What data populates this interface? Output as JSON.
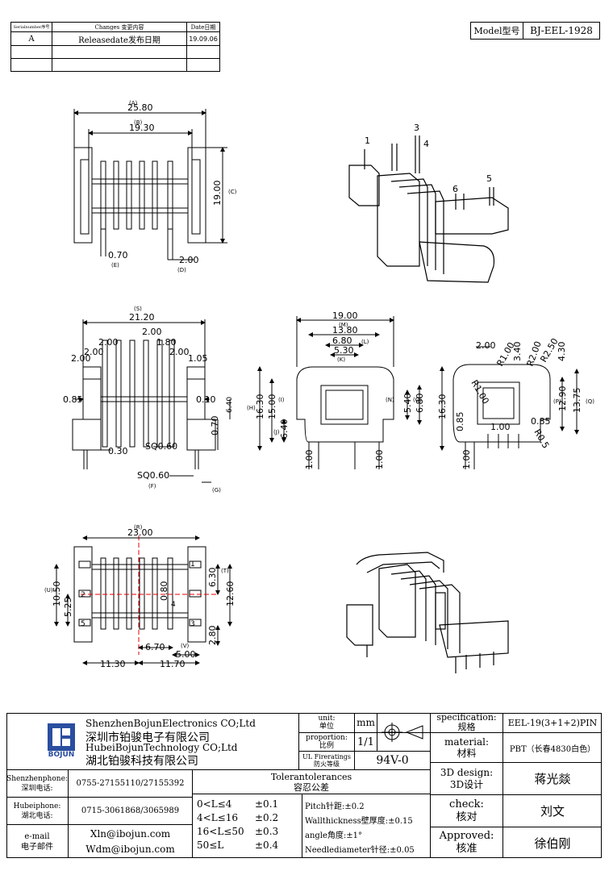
{
  "revision_table": {
    "headers": [
      "Serialnumber序号",
      "Changes 变更内容",
      "Date日期"
    ],
    "rows": [
      [
        "A",
        "Releasedate发布日期",
        "19.09.06"
      ],
      [
        "",
        "",
        ""
      ]
    ]
  },
  "model": {
    "label": "Model型号",
    "value": "BJ-EEL-1928"
  },
  "views": {
    "top": {
      "dims": [
        "25.80",
        "19.30",
        "19.00",
        "0.70",
        "2.00"
      ],
      "refs": [
        "(A)",
        "(B)",
        "(C)",
        "(E)",
        "(D)"
      ]
    },
    "front": {
      "dims": [
        "21.20",
        "2.00",
        "2.00",
        "2.00",
        "1.80",
        "2.00",
        "2.00",
        "1.05",
        "0.85",
        "0.10",
        "6.40",
        "0.70",
        "0.30",
        "SQ0.60",
        "SQ0.60"
      ],
      "refs": [
        "(S)",
        "(F)",
        "(G)"
      ]
    },
    "side": {
      "dims": [
        "19.00",
        "13.80",
        "6.80",
        "5.30",
        "16.30",
        "15.00",
        "6.40",
        "5.40",
        "6.80",
        "1.00",
        "1.00"
      ],
      "refs": [
        "(M)",
        "(L)",
        "(K)",
        "(H)",
        "(I)",
        "(J)",
        "(N)",
        "(O)"
      ]
    },
    "end": {
      "dims": [
        "2.00",
        "R1.00",
        "3.40",
        "R2.00",
        "R2.50",
        "4.30",
        "R1.00",
        "16.30",
        "12.90",
        "13.75",
        "0.85",
        "1.00",
        "0.85",
        "1.00",
        "R0.5"
      ],
      "refs": [
        "(P)",
        "(Q)"
      ]
    },
    "bottom": {
      "dims": [
        "23.00",
        "10.50",
        "5.25",
        "6.30",
        "12.60",
        "2.80",
        "0.80",
        "6.70",
        "5.00",
        "11.30",
        "11.70"
      ],
      "refs": [
        "(R)",
        "(U)",
        "(T)",
        "(V)"
      ],
      "pin_labels": [
        "1",
        "2",
        "3",
        "4",
        "5"
      ]
    },
    "iso": {
      "pin_labels": [
        "1",
        "3",
        "4",
        "5",
        "6"
      ]
    }
  },
  "title_block": {
    "company_en_1": "ShenzhenBojunElectronics CO;Ltd",
    "company_cn_1": "深圳市铂骏电子有限公司",
    "company_en_2": "HubeiBojunTechnology CO;Ltd",
    "company_cn_2": "湖北铂骏科技有限公司",
    "logo_text": "BOJUN",
    "unit_label": "unit:\n单位",
    "unit_value": "mm",
    "proportion_label": "proportion:\n比例",
    "proportion_value": "1/1",
    "ul_label": "UL Fireratings\n防火等级",
    "ul_value": "94V-0",
    "spec_label": "specification:\n规格",
    "spec_value": "EEL-19(3+1+2)PIN",
    "material_label": "material:\n材料",
    "material_value": "PBT（长春4830白色）",
    "design_label": "3D design:\n3D设计",
    "design_value": "蒋光燚",
    "check_label": "check:\n核对",
    "check_value": "刘文",
    "approved_label": "Approved:\n核准",
    "approved_value": "徐伯刚",
    "sz_phone_label": "Shenzhenphone:\n深圳电话:",
    "sz_phone": "0755-27155110/27155392",
    "hb_phone_label": "Hubeiphone:\n湖北电话:",
    "hb_phone": "0715-3061868/3065989",
    "email_label": "e-mail\n电子邮件",
    "email_1": "Xln@ibojun.com",
    "email_2": "Wdm@ibojun.com",
    "tol_title": "Tolerantolerances\n容忍公差",
    "tol_ranges": [
      "0<L≤4",
      "4<L≤16",
      "16<L≤50",
      "50≤L"
    ],
    "tol_values": [
      "±0.1",
      "±0.2",
      "±0.3",
      "±0.4"
    ],
    "notes": [
      "Pitch针距:±0.2",
      "Wallthickness壁厚度:±0.15",
      "angle角度:±1°",
      "Needlediameter针径:±0.05"
    ]
  }
}
